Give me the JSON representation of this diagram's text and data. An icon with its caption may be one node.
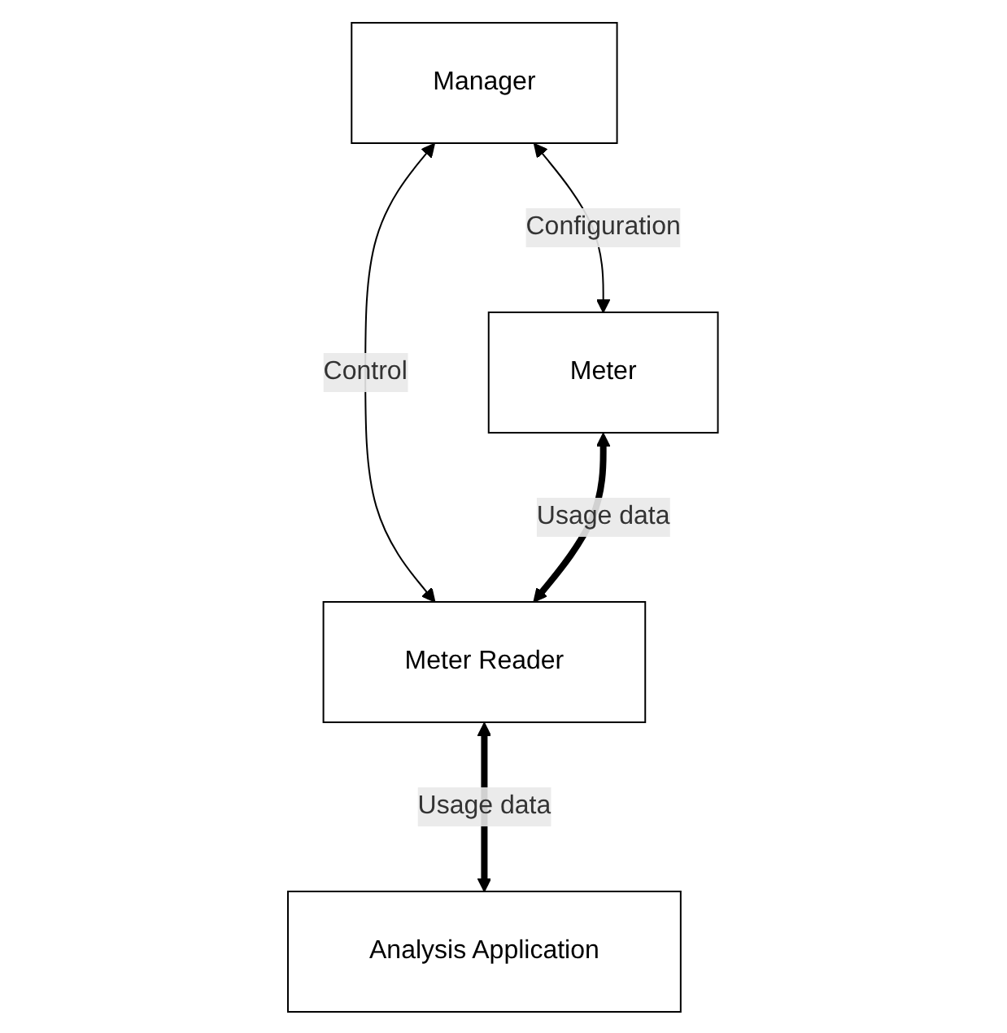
{
  "diagram": {
    "nodes": [
      {
        "text": [
          "Manager"
        ]
      },
      {
        "text": [
          "Meter"
        ]
      },
      {
        "text": [
          "Meter Reader"
        ]
      },
      {
        "text": [
          "Analysis Application"
        ]
      }
    ],
    "edges": [
      {
        "from": 0,
        "to": 1,
        "arrow": "both",
        "label": "Configuration"
      },
      {
        "from": 0,
        "to": 2,
        "arrow": "both",
        "label": "Control"
      },
      {
        "from": 1,
        "to": 2,
        "arrow": "both",
        "label": "Usage data",
        "style": "thick"
      },
      {
        "from": 2,
        "to": 3,
        "arrow": "both",
        "label": "Usage data",
        "style": "thick"
      }
    ]
  }
}
